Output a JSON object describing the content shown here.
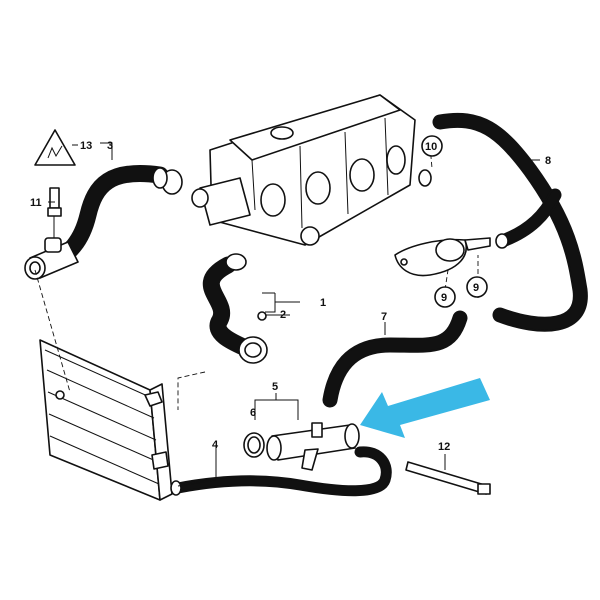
{
  "diagram": {
    "callouts": [
      {
        "id": "c1",
        "text": "1"
      },
      {
        "id": "c2",
        "text": "2"
      },
      {
        "id": "c3",
        "text": "3"
      },
      {
        "id": "c4",
        "text": "4"
      },
      {
        "id": "c5",
        "text": "5"
      },
      {
        "id": "c6",
        "text": "6"
      },
      {
        "id": "c7",
        "text": "7"
      },
      {
        "id": "c8",
        "text": "8"
      },
      {
        "id": "c9a",
        "text": "9"
      },
      {
        "id": "c9b",
        "text": "9"
      },
      {
        "id": "c10",
        "text": "10"
      },
      {
        "id": "c11",
        "text": "11"
      },
      {
        "id": "c12",
        "text": "12"
      },
      {
        "id": "c13",
        "text": "13"
      }
    ],
    "arrow_color": "#3ab8e6",
    "line_color": "#111111"
  }
}
